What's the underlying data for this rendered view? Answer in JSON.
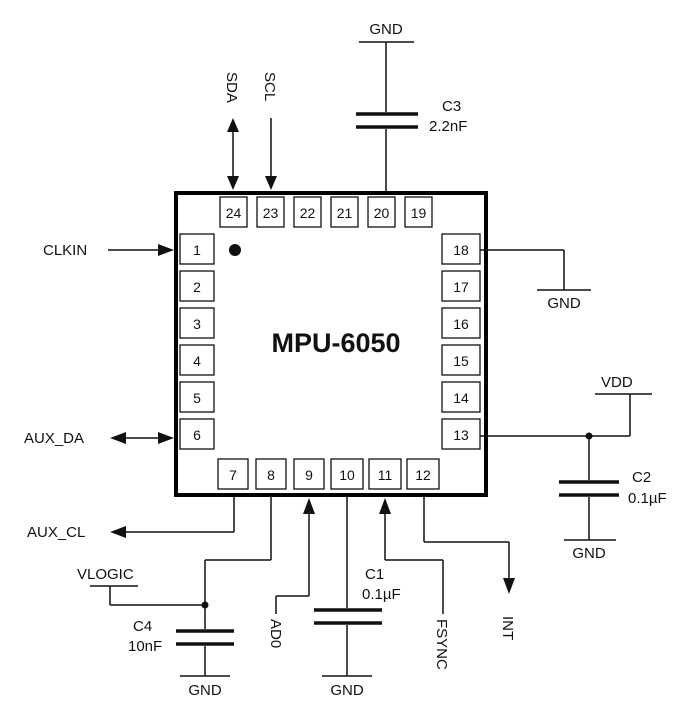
{
  "chip": {
    "name": "MPU-6050",
    "pins_top": [
      "24",
      "23",
      "22",
      "21",
      "20",
      "19"
    ],
    "pins_left": [
      "1",
      "2",
      "3",
      "4",
      "5",
      "6"
    ],
    "pins_right": [
      "18",
      "17",
      "16",
      "15",
      "14",
      "13"
    ],
    "pins_bottom": [
      "7",
      "8",
      "9",
      "10",
      "11",
      "12"
    ]
  },
  "signals": {
    "sda": "SDA",
    "scl": "SCL",
    "clkin": "CLKIN",
    "aux_da": "AUX_DA",
    "aux_cl": "AUX_CL",
    "vlogic": "VLOGIC",
    "ad0": "AD0",
    "fsync": "FSYNC",
    "int": "INT",
    "vdd": "VDD"
  },
  "grounds": {
    "top": "GND",
    "right": "GND",
    "c2": "GND",
    "c4": "GND",
    "c1": "GND"
  },
  "capacitors": {
    "c1": {
      "name": "C1",
      "value": "0.1µF"
    },
    "c2": {
      "name": "C2",
      "value": "0.1µF"
    },
    "c3": {
      "name": "C3",
      "value": "2.2nF"
    },
    "c4": {
      "name": "C4",
      "value": "10nF"
    }
  }
}
